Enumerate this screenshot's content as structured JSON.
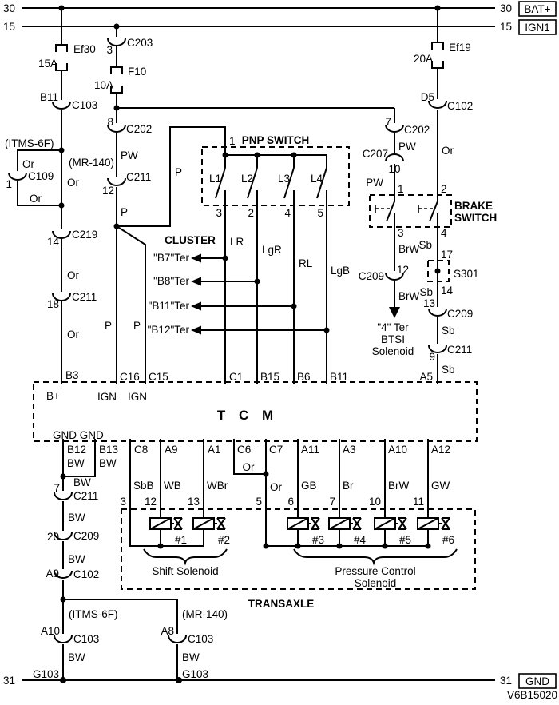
{
  "diagram": {
    "code": "V6B15020"
  },
  "power": {
    "bus30_left": "30",
    "bus30_right": "30",
    "bat_label": "BAT+",
    "bus15_left": "15",
    "bus15_right": "15",
    "ign_label": "IGN1",
    "bus31_left": "31",
    "bus31_right": "31",
    "gnd_label": "GND"
  },
  "batt_feed": {
    "fuse": "Ef30",
    "rating": "15A",
    "pin": "B11",
    "conn": "C103",
    "itms_tag": "(ITMS-6F)",
    "mr_tag": "(MR-140)",
    "loop_wire_top": "Or",
    "loop_pin": "1",
    "loop_conn": "C109",
    "loop_wire_bottom": "Or",
    "wire_or1": "Or",
    "c219_pin": "14",
    "c219": "C219",
    "wire_or2": "Or",
    "c211_pin": "18",
    "c211": "C211",
    "wire_or3": "Or",
    "tcm_pin": "B3",
    "tcm_label": "B+"
  },
  "ign_feed": {
    "c203_pin": "3",
    "c203": "C203",
    "fuse": "F10",
    "rating": "10A",
    "c202_pin": "8",
    "c202": "C202",
    "wire_pw": "PW",
    "c211_pin": "12",
    "c211": "C211",
    "wire_p1": "P",
    "wire_p_feed": "P",
    "pnp_pin": "1",
    "wire_p_left": "P",
    "wire_p_right": "P",
    "tcm_pin_left": "C16",
    "tcm_pin_right": "C15",
    "tcm_label_left": "IGN",
    "tcm_label_right": "IGN"
  },
  "pnp": {
    "title": "PNP SWITCH",
    "switches": [
      {
        "name": "L1",
        "pin": "3",
        "wire": "LR",
        "tcm_pin": "C1"
      },
      {
        "name": "L2",
        "pin": "2",
        "wire": "LgR",
        "tcm_pin": "B15"
      },
      {
        "name": "L3",
        "pin": "4",
        "wire": "RL",
        "tcm_pin": "B6"
      },
      {
        "name": "L4",
        "pin": "5",
        "wire": "LgB",
        "tcm_pin": "B11"
      }
    ]
  },
  "cluster": {
    "title": "CLUSTER",
    "terminals": [
      "\"B7\"Ter",
      "\"B8\"Ter",
      "\"B11\"Ter",
      "\"B12\"Ter"
    ]
  },
  "brake_feed": {
    "c202_pin": "7",
    "c202": "C202",
    "wire_pw1": "PW",
    "c207": "C207",
    "c207_pin": "10",
    "wire_pw2": "PW",
    "fuse": "Ef19",
    "rating": "20A",
    "conn_pin": "D5",
    "conn": "C102",
    "wire_or": "Or"
  },
  "brake_switch": {
    "title_line1": "BRAKE",
    "title_line2": "SWITCH",
    "pin_top_left": "1",
    "pin_top_right": "2",
    "pin_bot_left": "3",
    "pin_bot_right": "4",
    "wire_brw1": "BrW",
    "c209_pin": "12",
    "c209": "C209",
    "wire_brw2": "BrW",
    "btsi_line1": "\"4\" Ter",
    "btsi_line2": "BTSI",
    "btsi_line3": "Solenoid",
    "wire_sb1": "Sb",
    "s301_pin_top": "17",
    "s301": "S301",
    "s301_pin_bot": "14",
    "wire_sb2": "Sb",
    "c209b_pin": "13",
    "c209b": "C209",
    "wire_sb3": "Sb",
    "c211_pin": "9",
    "c211": "C211",
    "wire_sb4": "Sb",
    "tcm_pin": "A5"
  },
  "tcm": {
    "name": "T C M",
    "gnd_label": "GND GND"
  },
  "ground": {
    "pin_left": "B12",
    "pin_right": "B13",
    "wire_left": "BW",
    "wire_right": "BW",
    "wire_joint": "BW",
    "c211_pin": "7",
    "c211": "C211",
    "wire2": "BW",
    "c209_pin": "20",
    "c209": "C209",
    "wire3": "BW",
    "c102_pin": "A9",
    "c102": "C102",
    "left_branch": {
      "tag": "(ITMS-6F)",
      "pin": "A10",
      "conn": "C103",
      "wire": "BW",
      "gnd": "G103"
    },
    "right_branch": {
      "tag": "(MR-140)",
      "pin": "A8",
      "conn": "C103",
      "wire": "BW",
      "gnd": "G103"
    }
  },
  "transaxle": {
    "title": "TRANSAXLE",
    "shift_label": "Shift Solenoid",
    "pressure_label_line1": "Pressure Control",
    "pressure_label_line2": "Solenoid",
    "shift_return": {
      "tcm_pin": "C8",
      "wire": "SbB",
      "pin": "3"
    },
    "pressure_return": {
      "tcm_pin_a": "C6",
      "tcm_pin_b": "C7",
      "wire_a": "Or",
      "wire_b": "Or",
      "pin": "5"
    },
    "solenoids": [
      {
        "tcm_pin": "A9",
        "wire": "WB",
        "pin": "12",
        "num": "#1"
      },
      {
        "tcm_pin": "A1",
        "wire": "WBr",
        "pin": "13",
        "num": "#2"
      },
      {
        "tcm_pin": "A11",
        "wire": "GB",
        "pin": "6",
        "num": "#3"
      },
      {
        "tcm_pin": "A3",
        "wire": "Br",
        "pin": "7",
        "num": "#4"
      },
      {
        "tcm_pin": "A10",
        "wire": "BrW",
        "pin": "10",
        "num": "#5"
      },
      {
        "tcm_pin": "A12",
        "wire": "GW",
        "pin": "11",
        "num": "#6"
      }
    ]
  }
}
